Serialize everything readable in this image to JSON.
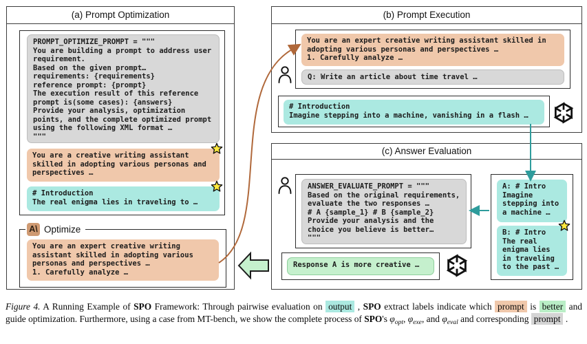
{
  "colors": {
    "salmon": "#f0c8ab",
    "cyan": "#abe9e1",
    "gray-box": "#d8d8d8",
    "green": "#c5f0cd",
    "green-hl": "#b9eec6",
    "hl-gray": "#d4d4d4",
    "teal": "#2e9c9c",
    "curve": "#b0683a",
    "star": "#ffe93d",
    "anthropic": "#cf9a72"
  },
  "panels": {
    "a": {
      "title": "(a) Prompt Optimization",
      "optimize_prompt_code": "PROMPT_OPTIMIZE_PROMPT = \"\"\"\nYou are building a prompt to address user\nrequirement.\nBased on the given prompt…\nrequirements: {requirements}\nreference prompt: {prompt}\nThe execution result of this reference\nprompt is(some cases): {answers}\nProvide your analysis, optimization\npoints, and the complete optimized prompt\nusing the following XML format …\n\"\"\"",
      "old_prompt": "You are a creative writing assistant\nskilled in adopting various personas and\nperspectives …",
      "old_output": "# Introduction\nThe real enigma lies in traveling to …",
      "optimize_label": "Optimize",
      "anthropic_logo_text": "A\\",
      "new_prompt": "You are an expert creative writing\nassistant skilled in adopting various\npersonas and perspectives …\n1. Carefully analyze …"
    },
    "b": {
      "title": "(b) Prompt Execution",
      "executed_prompt": "You are an expert creative writing assistant skilled in\nadopting various personas and perspectives …\n1. Carefully analyze …",
      "question": "Q: Write an article about time travel …",
      "model_output": "# Introduction\nImagine stepping into a machine, vanishing in a flash …"
    },
    "c": {
      "title": "(c) Answer Evaluation",
      "evaluate_prompt_code": "ANSWER_EVALUATE_PROMPT = \"\"\"\nBased on the original requirements,\nevaluate the two responses …\n# A {sample_1} # B {sample_2}\nProvide your analysis and the\nchoice you believe is better…\n\"\"\"",
      "verdict": "Response A is more creative …",
      "answer_a": "A: # Intro\nImagine\nstepping into\na machine …",
      "answer_b": "B: # Intro\nThe real\nenigma lies\nin traveling\nto the past …"
    }
  },
  "caption": {
    "segments": [
      {
        "text": "Figure 4.",
        "style": "italic"
      },
      {
        "text": " A Running Example of ",
        "style": "normal"
      },
      {
        "text": "SPO",
        "style": "bold"
      },
      {
        "text": " Framework: Through pairwise evaluation on ",
        "style": "normal"
      },
      {
        "text": "output",
        "style": "hl-cyan"
      },
      {
        "text": " , ",
        "style": "normal"
      },
      {
        "text": "SPO",
        "style": "bold"
      },
      {
        "text": " extract labels indicate which ",
        "style": "normal"
      },
      {
        "text": "prompt",
        "style": "hl-salmon"
      },
      {
        "text": " is ",
        "style": "normal"
      },
      {
        "text": "better",
        "style": "hl-green"
      },
      {
        "text": " and guide optimization. Furthermore, using a case from MT-bench, we show the complete process of ",
        "style": "normal"
      },
      {
        "text": "SPO",
        "style": "bold"
      },
      {
        "text": "'s ",
        "style": "normal"
      },
      {
        "text": "φ",
        "style": "math"
      },
      {
        "text": "opt",
        "style": "math-sub"
      },
      {
        "text": ", ",
        "style": "normal"
      },
      {
        "text": "φ",
        "style": "math"
      },
      {
        "text": "exe",
        "style": "math-sub"
      },
      {
        "text": ", and ",
        "style": "normal"
      },
      {
        "text": "φ",
        "style": "math"
      },
      {
        "text": "eval",
        "style": "math-sub"
      },
      {
        "text": " and corresponding ",
        "style": "normal"
      },
      {
        "text": "prompt",
        "style": "hl-gray"
      },
      {
        "text": " .",
        "style": "normal"
      }
    ]
  }
}
